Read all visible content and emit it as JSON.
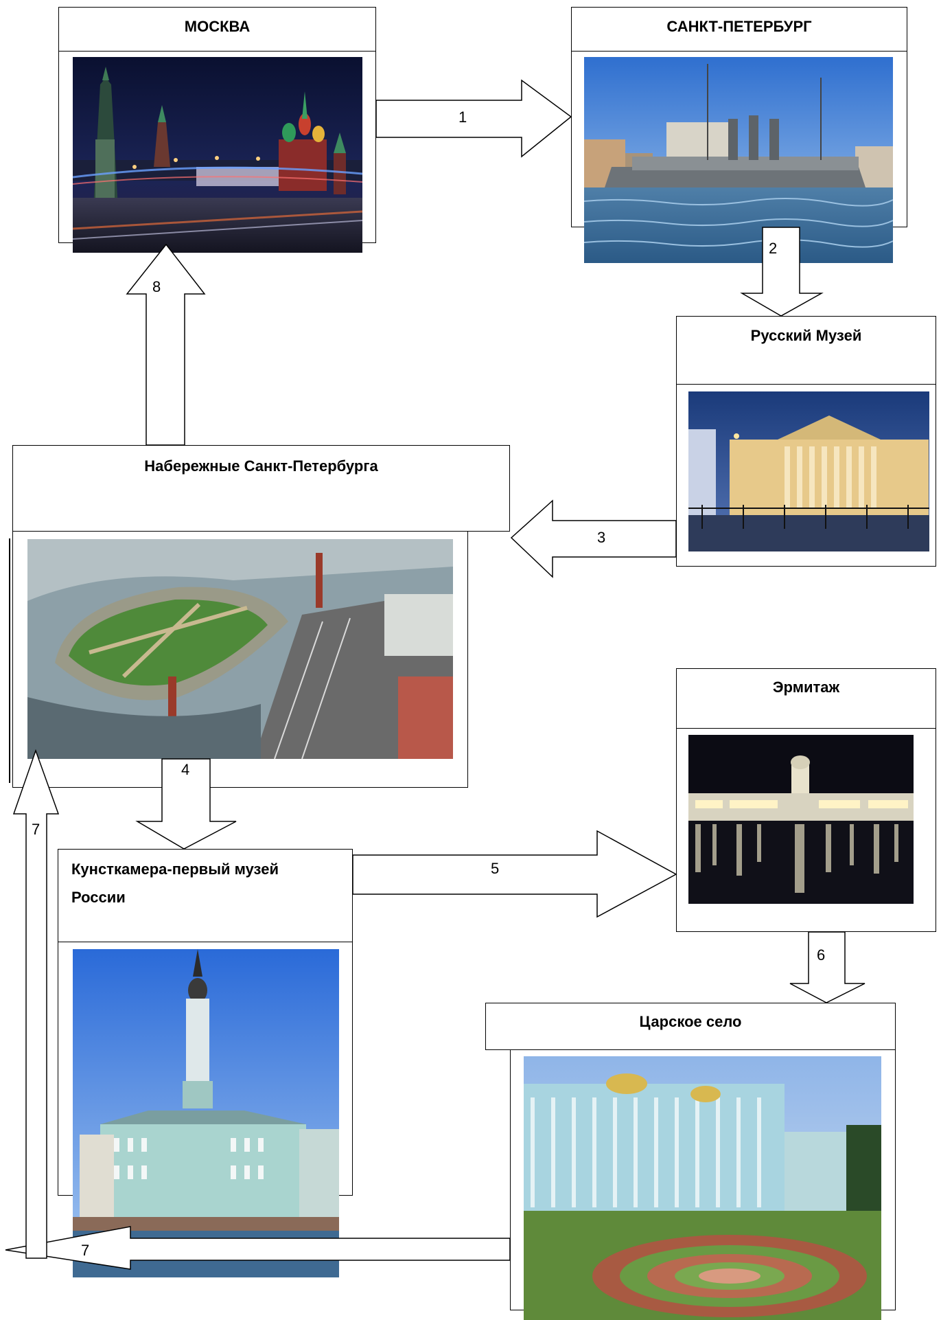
{
  "nodes": {
    "moscow": {
      "title": "МОСКВА"
    },
    "spb": {
      "title": "САНКТ-ПЕТЕРБУРГ"
    },
    "russian_museum": {
      "title": "Русский Музей"
    },
    "embankments": {
      "title": "Набережные Санкт-Петербурга"
    },
    "hermitage": {
      "title": "Эрмитаж"
    },
    "kunstkamera": {
      "title_line1": "Кунсткамера-первый музей",
      "title_line2": "России"
    },
    "tsarskoe_selo": {
      "title": "Царское село"
    }
  },
  "edges": [
    {
      "label": "1",
      "from": "МОСКВА",
      "to": "САНКТ-ПЕТЕРБУРГ"
    },
    {
      "label": "2",
      "from": "САНКТ-ПЕТЕРБУРГ",
      "to": "Русский Музей"
    },
    {
      "label": "3",
      "from": "Русский Музей",
      "to": "Набережные Санкт-Петербурга"
    },
    {
      "label": "4",
      "from": "Набережные Санкт-Петербурга",
      "to": "Кунсткамера-первый музей России"
    },
    {
      "label": "5",
      "from": "Кунсткамера-первый музей России",
      "to": "Эрмитаж"
    },
    {
      "label": "6",
      "from": "Эрмитаж",
      "to": "Царское село"
    },
    {
      "label": "7",
      "from": "Царское село",
      "to": "Набережные Санкт-Петербурга"
    },
    {
      "label": "8",
      "from": "Набережные Санкт-Петербурга",
      "to": "МОСКВА"
    }
  ],
  "extra_labels": {
    "seven_bottom": "7"
  }
}
